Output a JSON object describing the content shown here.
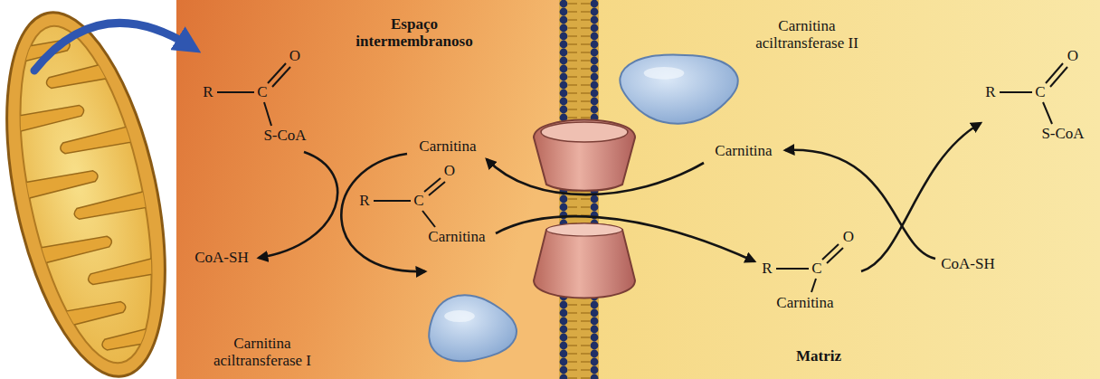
{
  "diagram": {
    "nodes": [
      {
        "text": [
          "Espaço intermembranoso"
        ]
      },
      {
        "text": [
          "Carnitina aciltransferase I"
        ],
        "in": 0
      },
      {
        "text": [
          "Matriz"
        ]
      },
      {
        "text": [
          "Carnitina aciltransferase II"
        ],
        "in": 2
      }
    ],
    "labels": [
      "R",
      "C",
      "O",
      "S-CoA",
      "Carnitina",
      "R",
      "C",
      "O",
      "Carnitina",
      "CoA-SH",
      "Carnitina",
      "R",
      "C",
      "O",
      "S-CoA",
      "R",
      "C",
      "O",
      "Carnitina",
      "CoA-SH"
    ]
  }
}
